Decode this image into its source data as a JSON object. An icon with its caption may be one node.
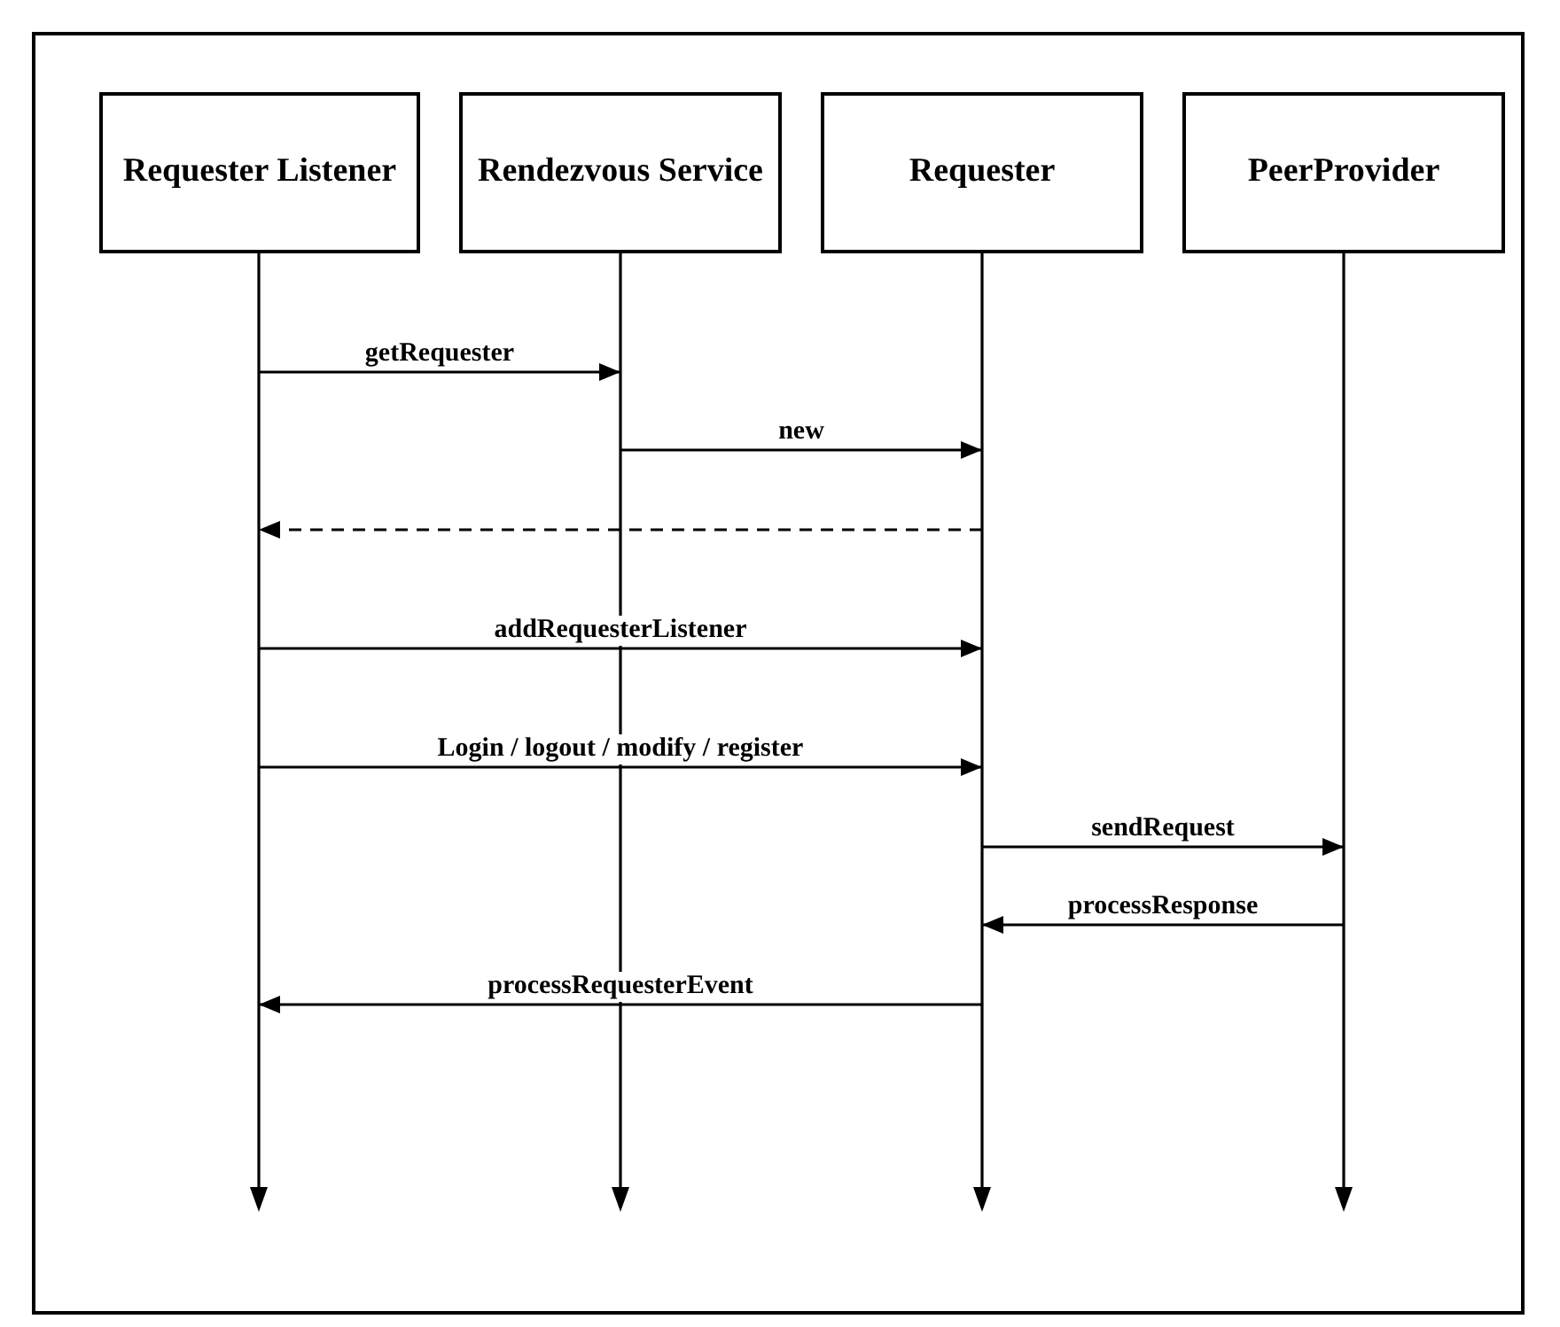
{
  "diagram": {
    "nodes": [
      {
        "text": [
          "Requester Listener"
        ]
      },
      {
        "text": [
          "Rendezvous Service"
        ]
      },
      {
        "text": [
          "Requester"
        ]
      },
      {
        "text": [
          "PeerProvider"
        ]
      },
      {
        "text": [],
        "shape": "line"
      },
      {
        "text": [],
        "shape": "line"
      },
      {
        "text": [],
        "shape": "line"
      },
      {
        "text": [],
        "shape": "line"
      }
    ],
    "edges": [
      {
        "from": 4,
        "to": 5,
        "arrow": "to",
        "label": "getRequester"
      },
      {
        "from": 5,
        "to": 6,
        "arrow": "to",
        "label": "new"
      },
      {
        "from": 6,
        "to": 4,
        "arrow": "to",
        "style": "dashed"
      },
      {
        "from": 4,
        "to": 6,
        "arrow": "to",
        "label": "addRequesterListener"
      },
      {
        "from": 4,
        "to": 6,
        "arrow": "to",
        "label": "Login / logout / modify / register"
      },
      {
        "from": 6,
        "to": 7,
        "arrow": "to",
        "label": "sendRequest"
      },
      {
        "from": 7,
        "to": 6,
        "arrow": "to",
        "label": "processResponse"
      },
      {
        "from": 6,
        "to": 4,
        "arrow": "to",
        "label": "processRequesterEvent"
      }
    ]
  }
}
